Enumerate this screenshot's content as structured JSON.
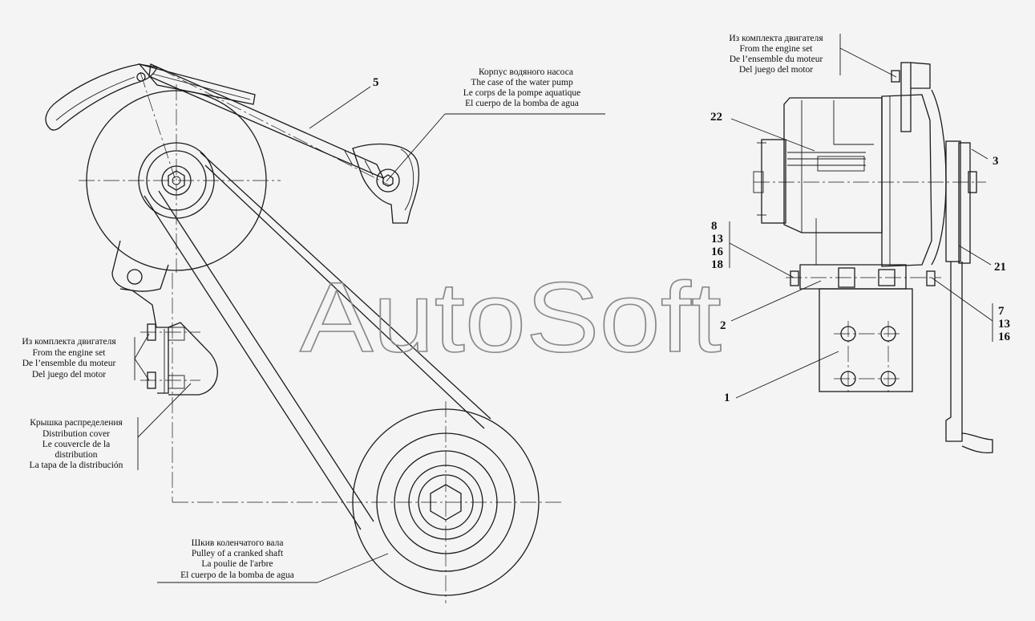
{
  "watermark": "AutoSoft",
  "callouts": {
    "water_pump_case": [
      "Корпус водяного насоса",
      "The case of the water pump",
      "Le corps de la pompe aquatique",
      "El cuerpo de la bomba de agua"
    ],
    "engine_set_left": [
      "Из комплекта двигателя",
      "From the engine set",
      "De l’ensemble du moteur",
      "Del juego del motor"
    ],
    "distribution_cover": [
      "Крышка распределения",
      "Distribution cover",
      "Le couvercle de la",
      "distribution",
      "La tapa de la distribución"
    ],
    "crankshaft_pulley": [
      "Шкив коленчатого вала",
      "Pulley of a cranked shaft",
      "La poulie de l'arbre",
      "El cuerpo de la bomba de agua"
    ],
    "engine_set_right": [
      "Из комплекта двигателя",
      "From the engine set",
      "De l’ensemble du moteur",
      "Del juego del motor"
    ]
  },
  "part_numbers": {
    "p5": "5",
    "p22": "22",
    "p3": "3",
    "p21": "21",
    "p2": "2",
    "p1": "1",
    "group_a": [
      "8",
      "13",
      "16",
      "18"
    ],
    "group_b": [
      "7",
      "13",
      "16"
    ]
  }
}
